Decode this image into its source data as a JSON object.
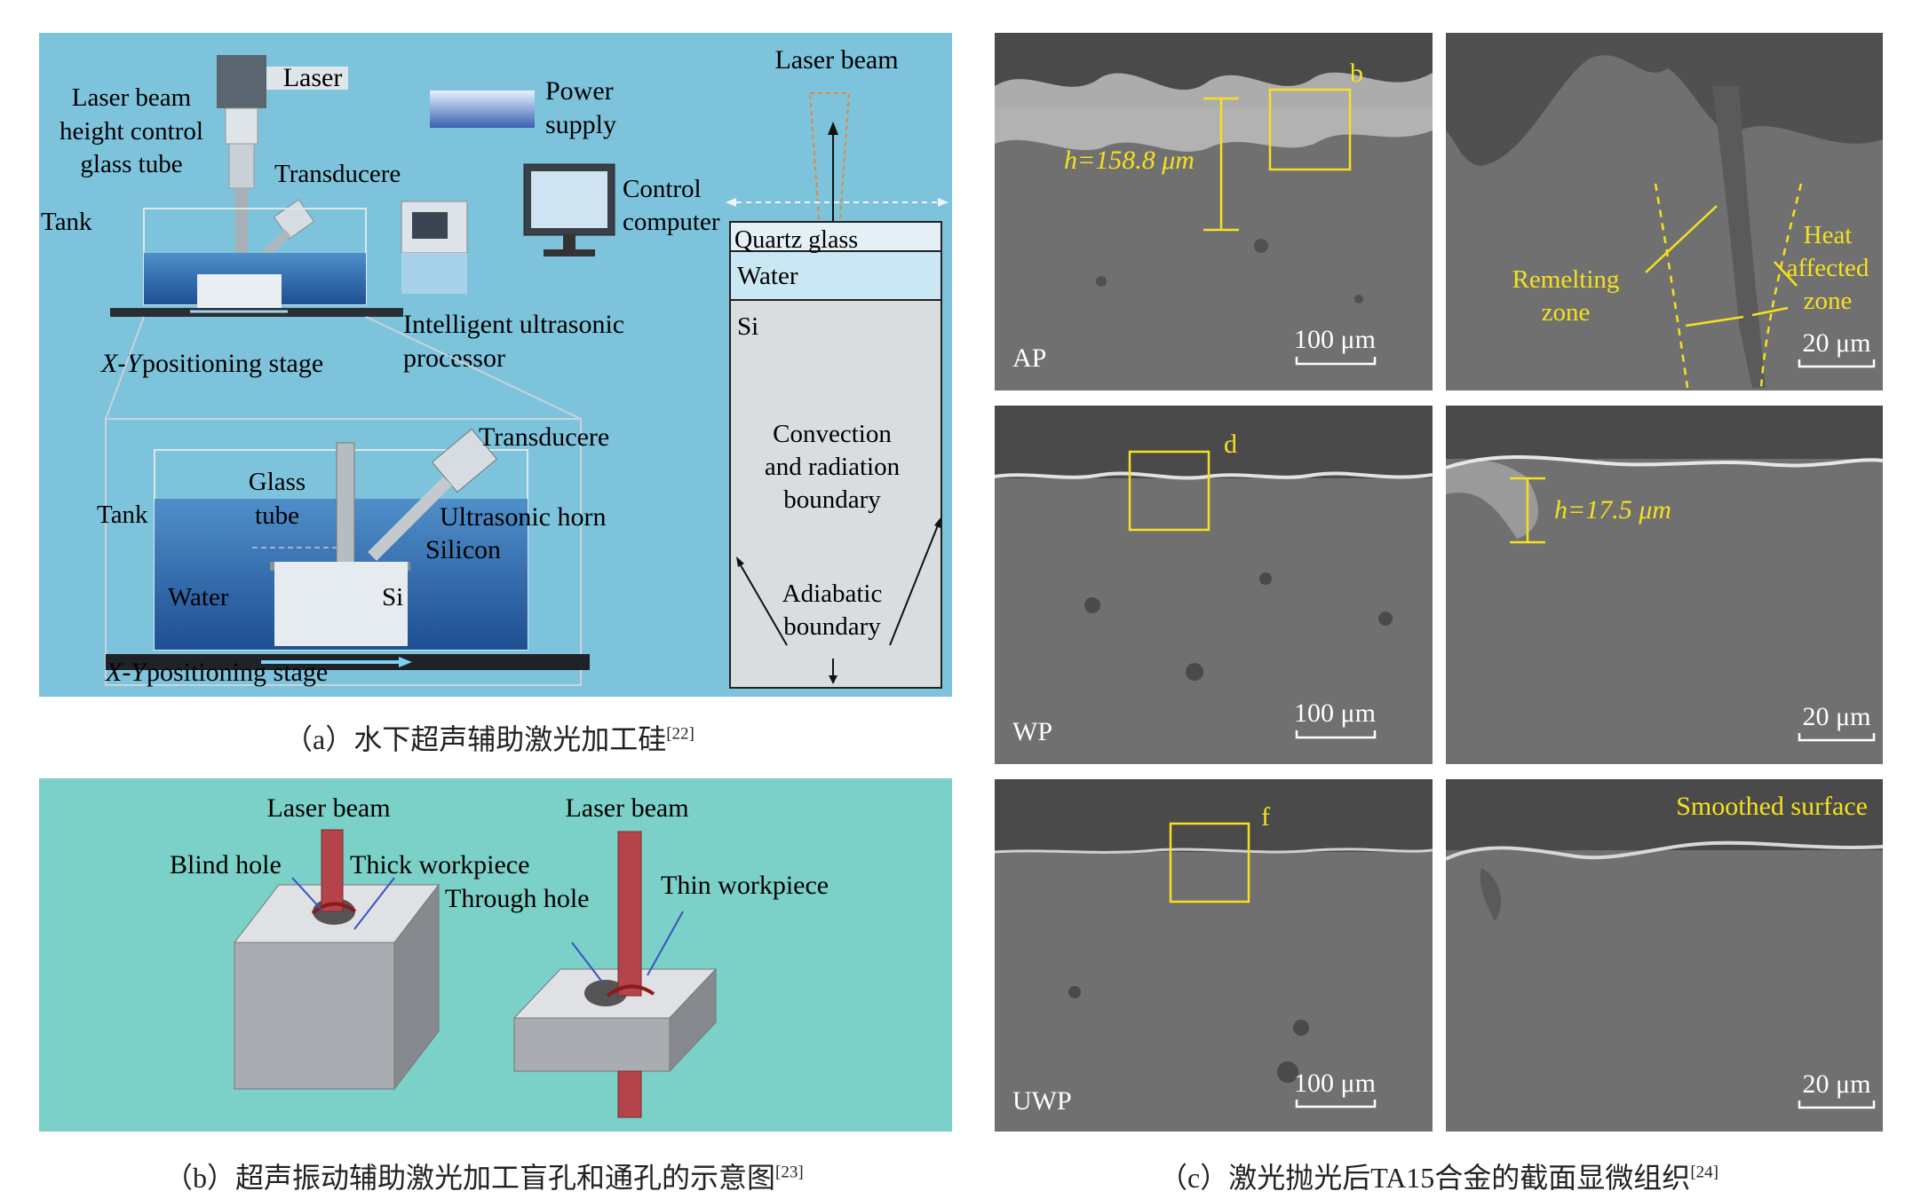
{
  "panel_a": {
    "labels": {
      "laser": "Laser",
      "height_control_1": "Laser beam",
      "height_control_2": "height control",
      "height_control_3": "glass tube",
      "transducere_top": "Transducere",
      "tank_top": "Tank",
      "power_supply_1": "Power",
      "power_supply_2": "supply",
      "control_computer_1": "Control",
      "control_computer_2": "computer",
      "processor_1": "Intelligent ultrasonic",
      "processor_2": "processor",
      "stage_top_italic": "X-Y",
      "stage_top_rest": " positioning stage",
      "transducere_zoom": "Transducere",
      "glass_tube_1": "Glass",
      "glass_tube_2": "tube",
      "tank_zoom": "Tank",
      "ultrasonic_horn": "Ultrasonic horn",
      "silicon": "Silicon",
      "water_zoom": "Water",
      "si_zoom": "Si",
      "stage_bottom_italic": "X-Y",
      "stage_bottom_rest": " positioning stage",
      "laser_beam": "Laser beam",
      "quartz_glass": "Quartz glass",
      "water_layer": "Water",
      "si_layer": "Si",
      "convection_1": "Convection",
      "convection_2": "and radiation",
      "convection_3": "boundary",
      "adiabatic_1": "Adiabatic",
      "adiabatic_2": "boundary"
    },
    "caption": "（a）水下超声辅助激光加工硅",
    "caption_ref": "[22]"
  },
  "panel_b": {
    "labels": {
      "laser_beam_left": "Laser beam",
      "laser_beam_right": "Laser beam",
      "blind_hole": "Blind hole",
      "thick_workpiece": "Thick workpiece",
      "through_hole": "Through hole",
      "thin_workpiece": "Thin workpiece"
    },
    "caption": "（b）超声振动辅助激光加工盲孔和通孔的示意图",
    "caption_ref": "[23]"
  },
  "panel_c": {
    "rows": [
      {
        "condition": "AP",
        "scale_left": "100 μm",
        "scale_right": "20 μm",
        "box_label": "b",
        "h_left": "h=158.8 μm"
      },
      {
        "condition": "WP",
        "scale_left": "100 μm",
        "scale_right": "20 μm",
        "box_label": "d",
        "h_right": "h=17.5 μm"
      },
      {
        "condition": "UWP",
        "scale_left": "100 μm",
        "scale_right": "20 μm",
        "box_label": "f",
        "annotation": "Smoothed surface"
      }
    ],
    "remelting_1": "Remelting",
    "remelting_2": "zone",
    "haz_1": "Heat",
    "haz_2": "affected",
    "haz_3": "zone",
    "caption": "（c）激光抛光后TA15合金的截面显微组织",
    "caption_ref": "[24]"
  },
  "colors": {
    "annotation_yellow": "#f5e020",
    "panel_a_bg": "#7ec3dc",
    "panel_b_bg": "#7bd0c7",
    "sem_gray": "#707070"
  }
}
